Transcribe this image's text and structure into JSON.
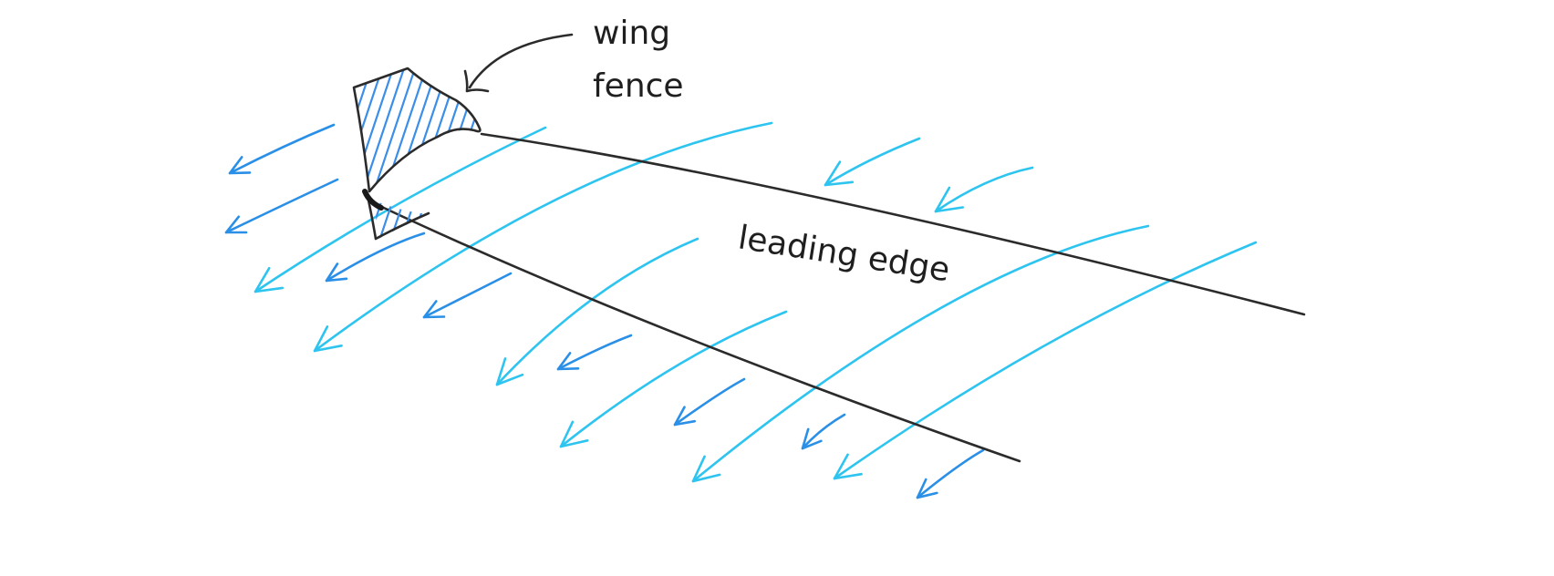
{
  "labels": {
    "wing_fence_line1": "wing",
    "wing_fence_line2": "fence",
    "leading_edge": "leading edge"
  },
  "colors": {
    "outline": "#2b2b2b",
    "flow_light": "#2ec4f0",
    "flow_dark": "#2a8fe6",
    "hatch": "#3a8ee8"
  },
  "icons": {
    "airflow": "airflow-arrow-icon",
    "pointer": "curved-pointer-arrow-icon"
  }
}
